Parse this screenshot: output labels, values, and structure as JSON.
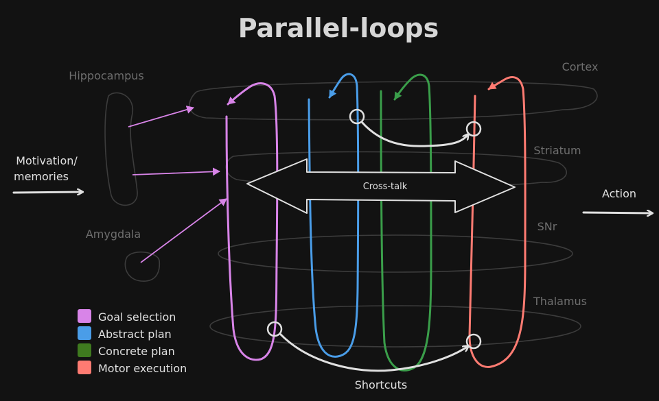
{
  "title": "Parallel-loops",
  "regions": {
    "cortex": "Cortex",
    "striatum": "Striatum",
    "snr": "SNr",
    "thalamus": "Thalamus",
    "hippocampus": "Hippocampus",
    "amygdala": "Amygdala"
  },
  "input_label": [
    "Motivation/",
    "memories"
  ],
  "output_label": "Action",
  "crosstalk_label": "Cross-talk",
  "shortcuts_label": "Shortcuts",
  "legend": [
    {
      "label": "Goal selection",
      "color": "#d884e8"
    },
    {
      "label": "Abstract plan",
      "color": "#4a9de8"
    },
    {
      "label": "Concrete plan",
      "color": "#3f7a1f"
    },
    {
      "label": "Motor execution",
      "color": "#ff7b72"
    }
  ],
  "colors": {
    "goal": "#d884e8",
    "abstract": "#4a9de8",
    "concrete": "#3a9e4a",
    "motor": "#ff7b72"
  }
}
